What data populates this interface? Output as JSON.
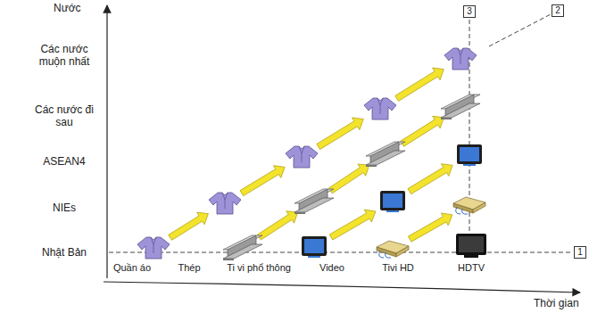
{
  "diagram": {
    "nodes": [
      {
        "text": [
          "3"
        ]
      },
      {
        "text": [
          "2"
        ]
      },
      {
        "text": [
          "1"
        ]
      }
    ],
    "labels": [
      "Nước",
      "Các nước muộn nhất",
      "Các nước đi sau",
      "ASEAN4",
      "NIEs",
      "Nhật Bản",
      "Quần áo",
      "Thép",
      "Ti vi phổ thông",
      "Video",
      "Tivi HD",
      "HDTV",
      "Thời gian"
    ]
  }
}
